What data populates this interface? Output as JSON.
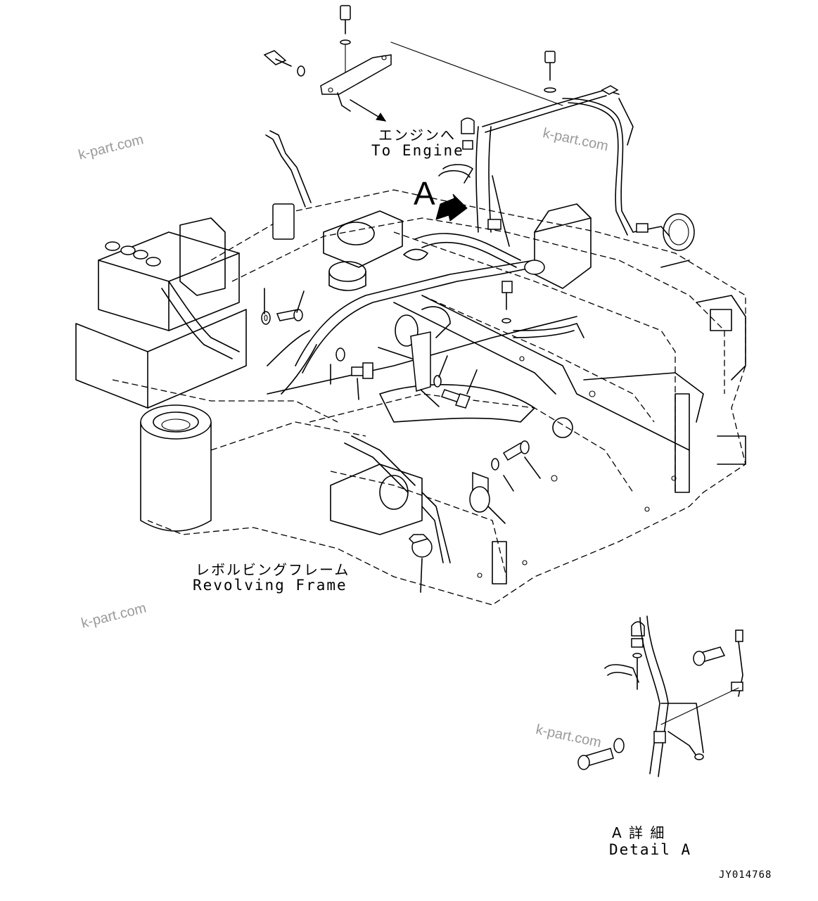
{
  "labels": {
    "to_engine_jp": "エンジンへ",
    "to_engine_en": "To Engine",
    "view_marker": "A",
    "frame_jp": "レボルビングフレーム",
    "frame_en": "Revolving Frame",
    "detail_jp": "A 詳 細",
    "detail_en": "Detail A",
    "drawing_code": "JY014768"
  },
  "watermarks": [
    "k-part.com",
    "k-part.com",
    "k-part.com",
    "k-part.com"
  ],
  "icons": {
    "view_arrow": "arrow-icon"
  },
  "colors": {
    "line": "#000000",
    "background": "#ffffff",
    "watermark": "#9a9a9a"
  }
}
